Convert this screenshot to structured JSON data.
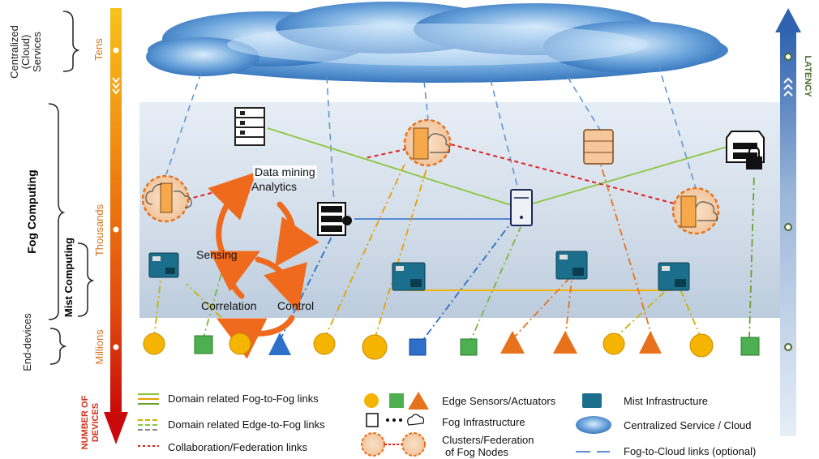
{
  "left_axis": {
    "tiers": {
      "cloud": "Centralized\n(Cloud)\nServices",
      "fog": "Fog Computing",
      "mist": "Mist Computing",
      "edge": "End-devices"
    },
    "scale": {
      "tens": "Tens",
      "thousands": "Thousands",
      "millions": "Millions"
    },
    "axis_title": "NUMBER OF\nDEVICES"
  },
  "right_axis": {
    "title": "LATENCY"
  },
  "analytics_cycle": {
    "data_mining_line1": "Data mining",
    "data_mining_line2": "Analytics",
    "sensing": "Sensing",
    "correlation": "Correlation",
    "control": "Control"
  },
  "legend": {
    "fog_to_fog": "Domain related Fog-to-Fog links",
    "edge_to_fog": "Domain related Edge-to-Fog links",
    "collaboration": "Collaboration/Federation links",
    "edge_sensors": "Edge Sensors/Actuators",
    "fog_infra": "Fog Infrastructure",
    "clusters_line1": "Clusters/Federation",
    "clusters_line2": "of Fog Nodes",
    "mist_infra": "Mist Infrastructure",
    "cloud_service": "Centralized Service / Cloud",
    "fog_to_cloud": "Fog-to-Cloud links (optional)"
  },
  "colors": {
    "device_axis_top": "#f5b800",
    "device_axis_bottom": "#c80a0a",
    "latency_axis": "#2f63b0",
    "fog_zone": "#dbe5f0",
    "collab_link": "#e02020",
    "fog_link": "#8cc63f",
    "sensor_yellow": "#f4b400",
    "sensor_green": "#4caf50",
    "sensor_orange": "#e8721c",
    "sensor_blue": "#2d6fc9"
  }
}
